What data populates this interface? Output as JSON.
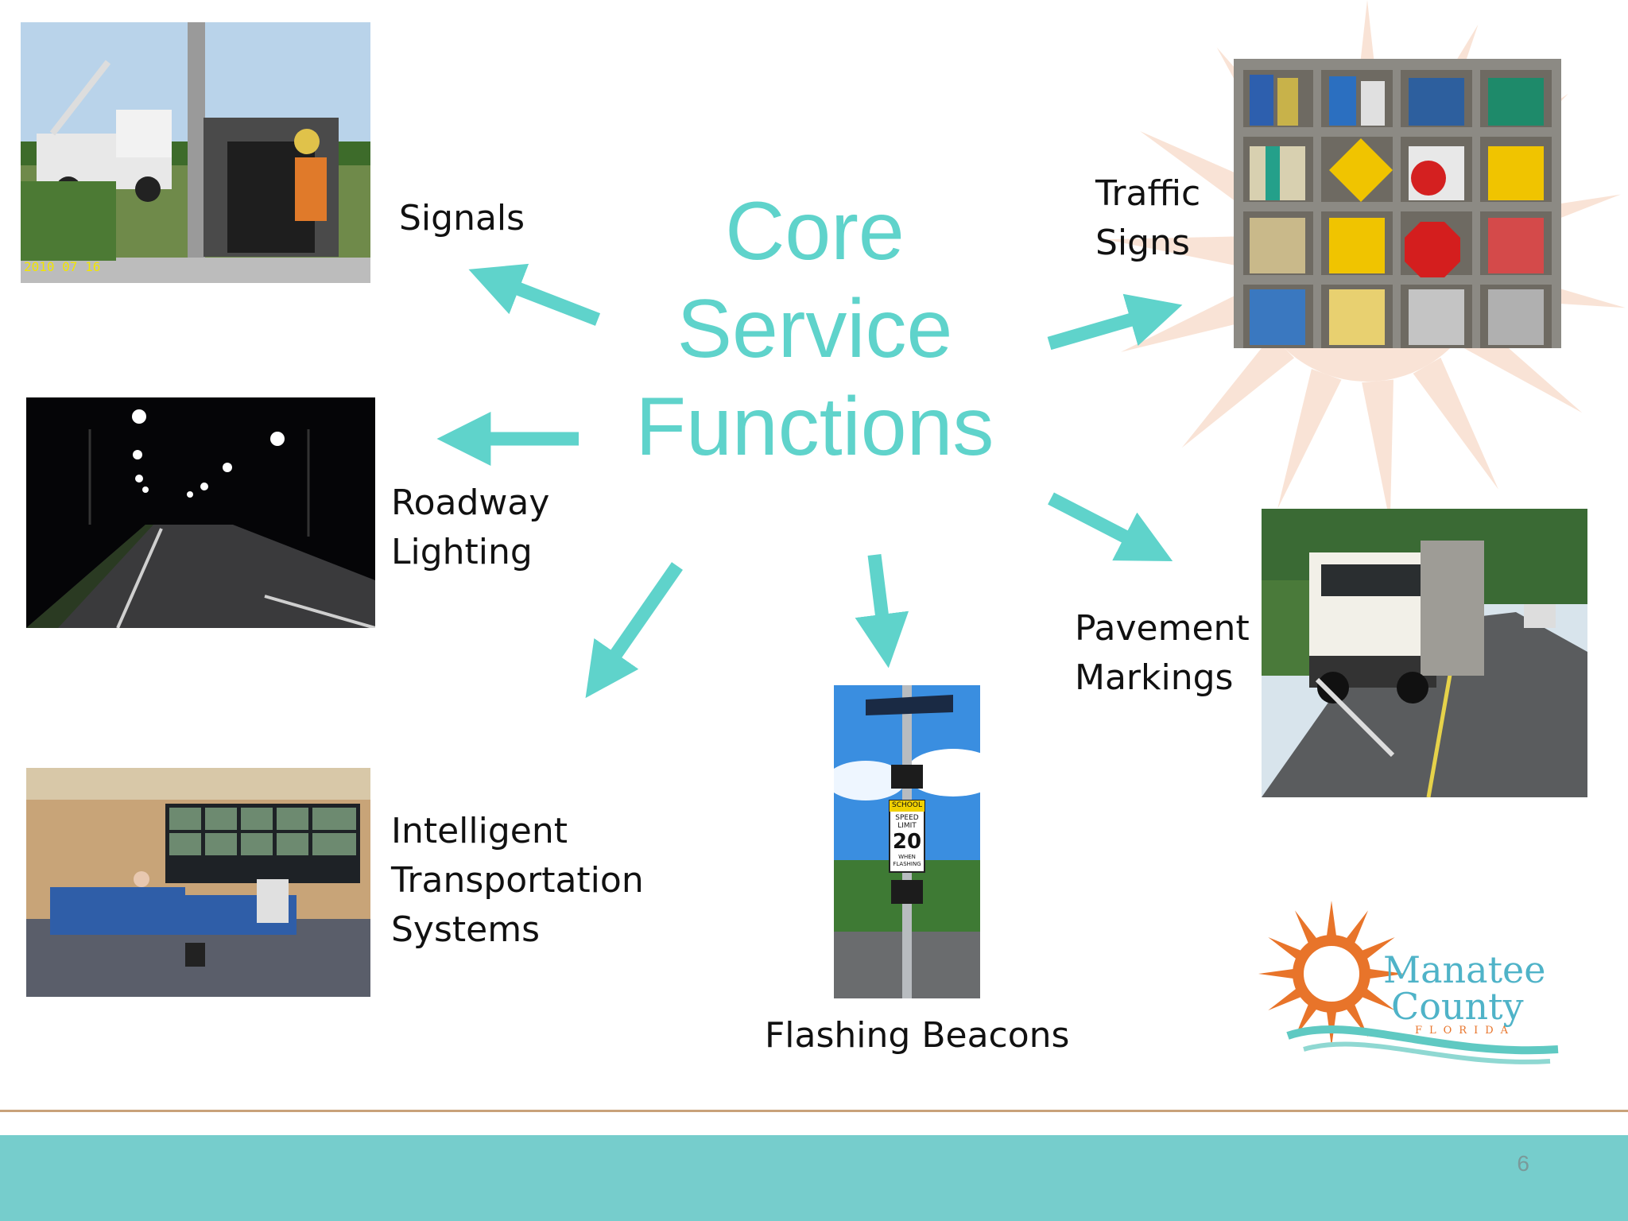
{
  "title": {
    "line1": "Core",
    "line2": "Service",
    "line3": "Functions"
  },
  "labels": {
    "signals": "Signals",
    "traffic_signs_1": "Traffic",
    "traffic_signs_2": "Signs",
    "roadway_lighting_1": "Roadway",
    "roadway_lighting_2": "Lighting",
    "pavement_markings_1": "Pavement",
    "pavement_markings_2": "Markings",
    "its_1": "Intelligent",
    "its_2": "Transportation",
    "its_3": "Systems",
    "flashing_beacons": "Flashing Beacons"
  },
  "logo": {
    "line1": "Manatee",
    "line2": "County",
    "line3": "FLORIDA"
  },
  "photos": {
    "signals_photo": {
      "stamp": "2010 07 16"
    },
    "beacon_photo": {
      "sign_top": "SCHOOL",
      "sign_l1": "SPEED",
      "sign_l2": "LIMIT",
      "sign_num": "20",
      "sign_l3": "WHEN",
      "sign_l4": "FLASHING"
    }
  },
  "page_number": "6",
  "colors": {
    "accent": "#5fd3cb",
    "footer_band": "#76cdcc",
    "footer_line": "#c9a27a",
    "sun": "#f0b48c"
  }
}
